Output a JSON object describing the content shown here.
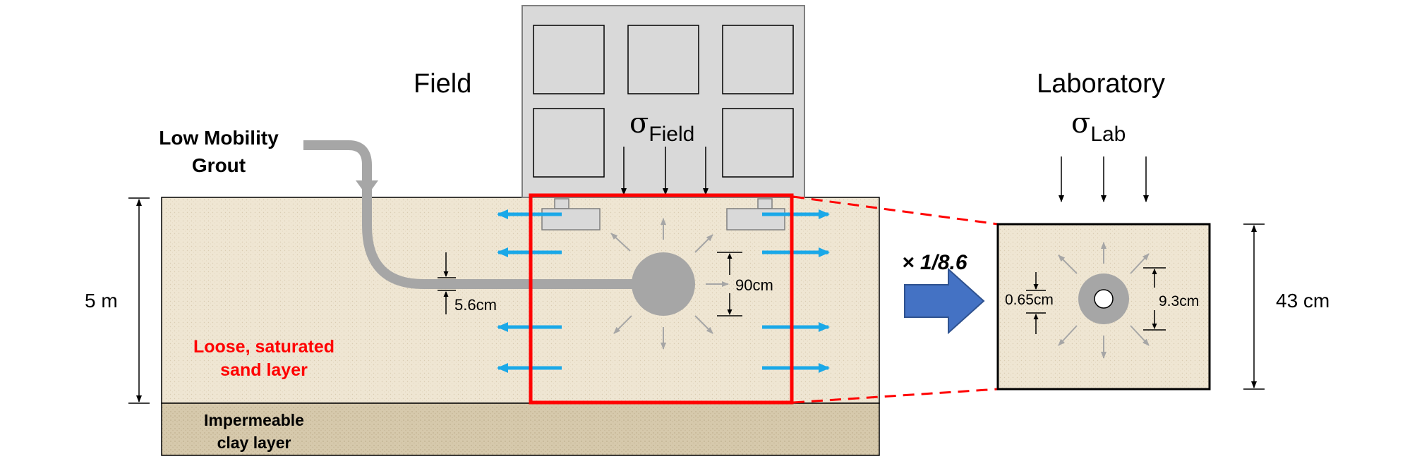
{
  "field": {
    "title": "Field",
    "stress_symbol": "σ",
    "stress_subscript": "Field",
    "grout_label_line1": "Low Mobility",
    "grout_label_line2": "Grout",
    "sand_label_line1": "Loose, saturated",
    "sand_label_line2": "sand layer",
    "clay_label_line1": "Impermeable",
    "clay_label_line2": "clay layer",
    "depth_label": "5 m",
    "pipe_diameter_label": "5.6cm",
    "bulb_diameter_label": "90cm"
  },
  "scale": {
    "label": "× 1/8.6"
  },
  "laboratory": {
    "title": "Laboratory",
    "stress_symbol": "σ",
    "stress_subscript": "Lab",
    "height_label": "43 cm",
    "pipe_diameter_label": "0.65cm",
    "bulb_diameter_label": "9.3cm"
  },
  "colors": {
    "sand": "#efe6d3",
    "clay": "#d6c9ac",
    "building": "#d9d9d9",
    "grout": "#a6a6a6",
    "highlight": "#ff0000",
    "flow_arrow": "#1aa8e8",
    "scale_arrow": "#4472c4"
  }
}
